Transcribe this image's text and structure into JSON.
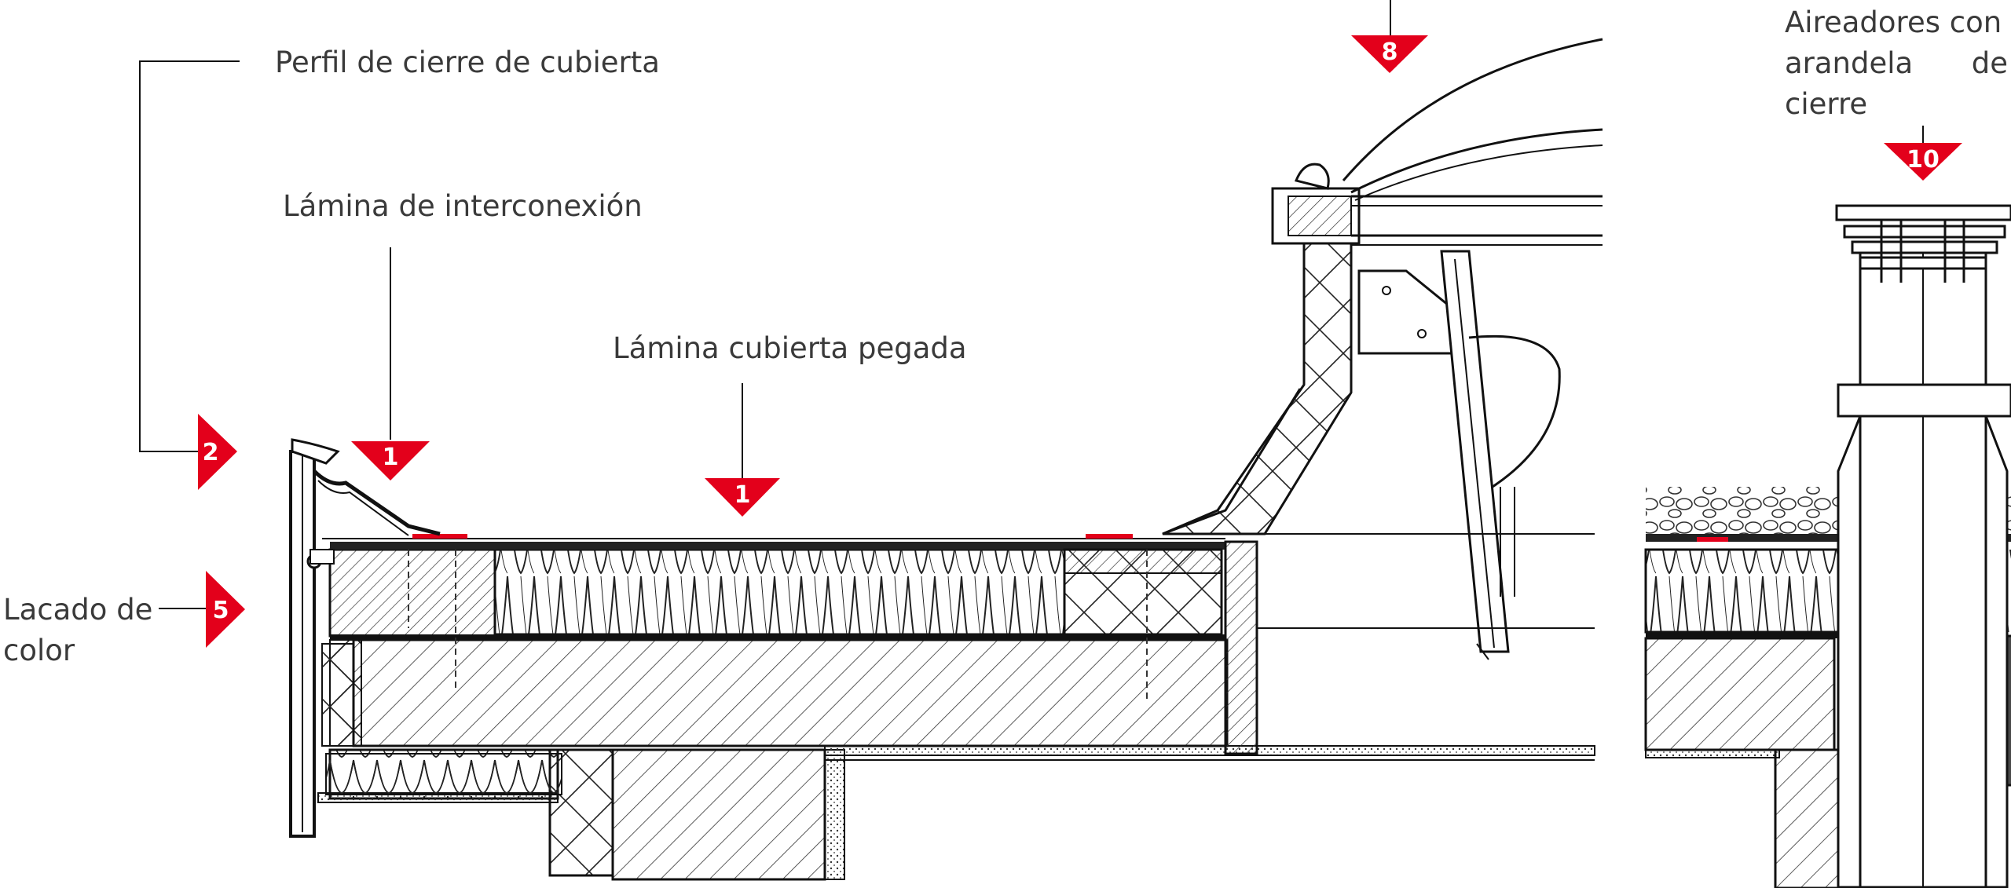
{
  "labels": {
    "perfil": "Perfil de cierre de cubierta",
    "interconexion": "Lámina de interconexión",
    "pegada": "Lámina cubierta pegada",
    "lacado_1": "Lacado de",
    "lacado_2": "color",
    "aireadores_1": "Aireadores con",
    "aireadores_2a": "arandela",
    "aireadores_2b": "de",
    "aireadores_3": "cierre"
  },
  "markers": {
    "m_interconexion": "1",
    "m_pegada": "1",
    "m_perfil": "2",
    "m_lacado": "5",
    "m_lucernario": "8",
    "m_aireador": "10"
  },
  "colors": {
    "marker_red": "#e3001b",
    "line": "#1a1a1a",
    "text": "#3a3a3a"
  }
}
